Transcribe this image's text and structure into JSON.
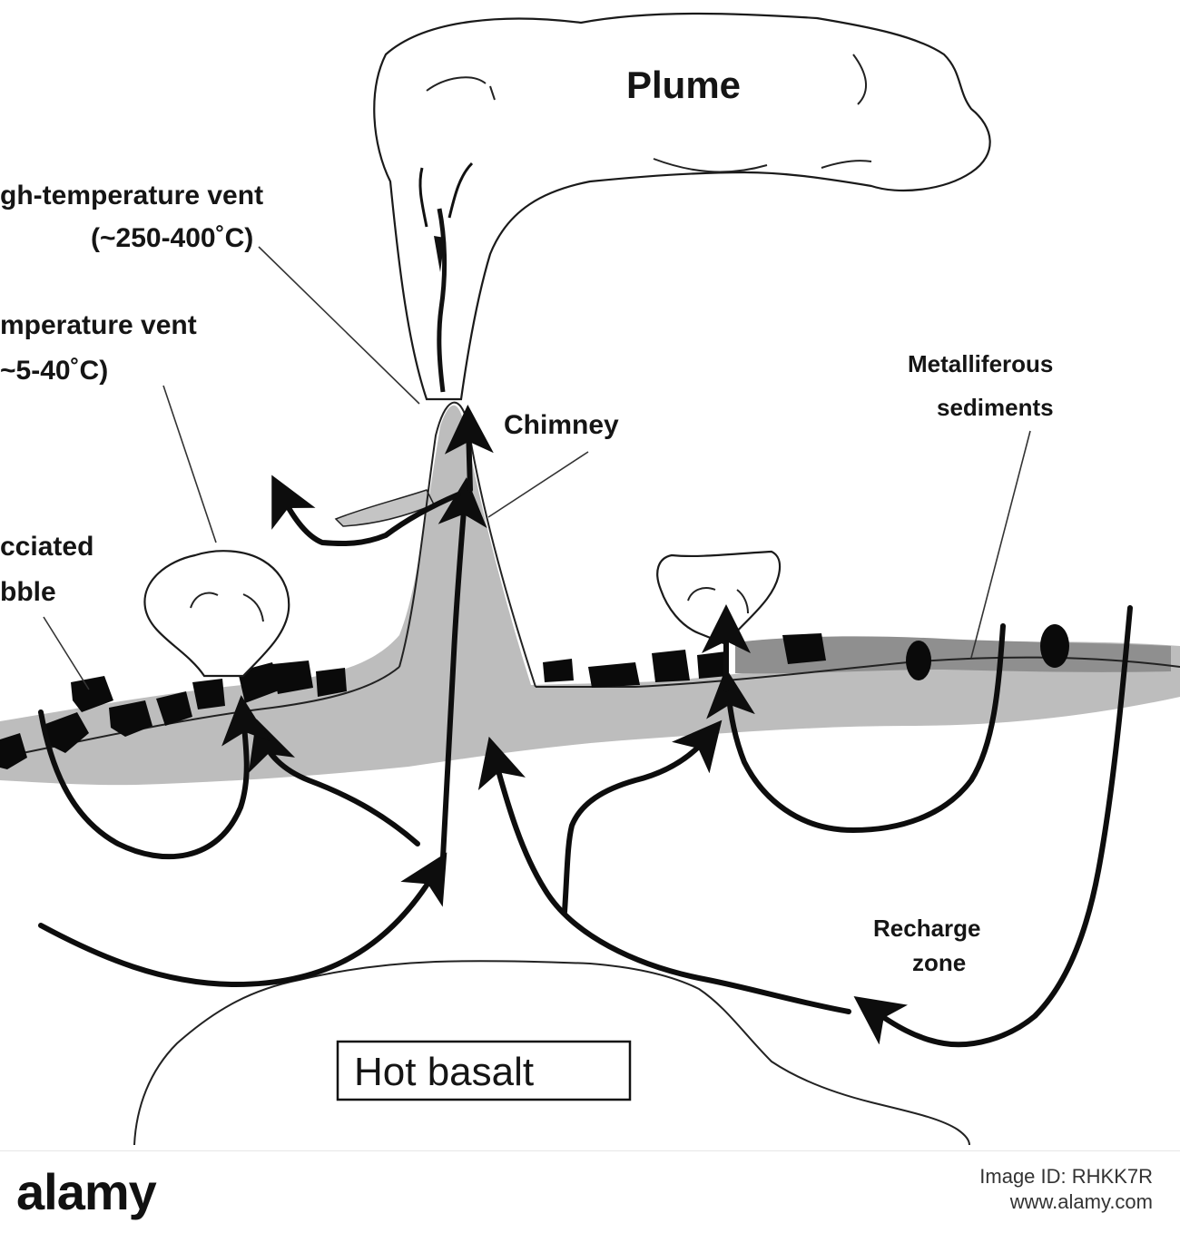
{
  "diagram": {
    "labels": {
      "plume": "Plume",
      "high_vent_line1": "gh-temperature vent",
      "high_vent_line2": "(~250-400˚C)",
      "low_vent_line1": "mperature vent",
      "low_vent_line2": "~5-40˚C)",
      "metalliferous_line1": "Metalliferous",
      "metalliferous_line2": "sediments",
      "chimney": "Chimney",
      "brecciated_line1": "cciated",
      "brecciated_line2": "bble",
      "recharge_line1": "Recharge",
      "recharge_line2": "zone",
      "hot_basalt": "Hot basalt"
    },
    "colors": {
      "crust_gray": "#bdbdbd",
      "sediment_gray": "#8f8f8f",
      "ink": "#0d0d0d"
    }
  },
  "watermark": {
    "brand": "alamy",
    "id_label": "Image ID: RHKK7R",
    "site": "www.alamy.com"
  }
}
